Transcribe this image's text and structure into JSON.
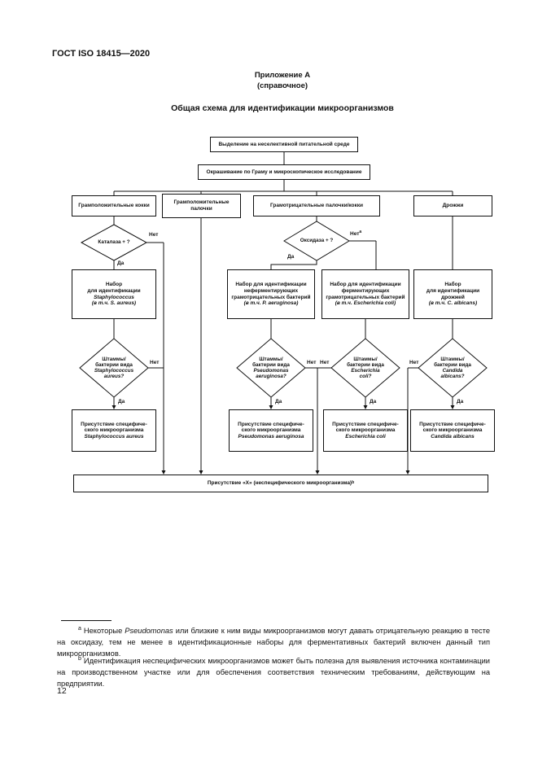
{
  "page": {
    "doc_code": "ГОСТ ISO 18415—2020",
    "appendix_title": "Приложение А",
    "appendix_subtitle": "(справочное)",
    "figure_title": "Общая схема для идентификации микроорганизмов",
    "page_number": "12"
  },
  "flow": {
    "step_isolation": "Выделение на неселективной питательной среде",
    "step_gram_stain": "Окрашивание по Граму и микроскопическое исследование",
    "cat_gram_pos_cocci": "Грамположительные кокки",
    "cat_gram_pos_rods": [
      "Грамположительные",
      "палочки"
    ],
    "cat_gram_neg": "Грамотрицательные палочки/кокки",
    "cat_yeast": "Дрожжи",
    "catalase_q": "Каталаза + ?",
    "oxidase_q": "Оксидаза + ?",
    "kit_staph": [
      "Набор",
      "для идентификации",
      "Staphylococcus",
      "(в т.ч. S. aureus)"
    ],
    "kit_nonferm": [
      "Набор для идентификации",
      "неферментирующих",
      "грамотрицательных бактерий",
      "(в т.ч. P. aeruginosa)"
    ],
    "kit_ferm": [
      "Набор для идентификации",
      "ферментирующих",
      "грамотрицательных бактерий",
      "(в т.ч. Escherichia coli)"
    ],
    "kit_yeast": [
      "Набор",
      "для идентификации",
      "дрожжей",
      "(в т.ч. C. albicans)"
    ],
    "q_staph": [
      "Штаммы/",
      "бактерии вида",
      "Staphylococcus",
      "aureus?"
    ],
    "q_pseud": [
      "Штаммы/",
      "бактерии вида",
      "Pseudomonas",
      "aeruginosa?"
    ],
    "q_ecoli": [
      "Штаммы/",
      "бактерии вида",
      "Escherichia",
      "coli?"
    ],
    "q_candida": [
      "Штаммы/",
      "бактерии вида",
      "Candida",
      "albicans?"
    ],
    "res_staph": [
      "Присутствие специфиче-",
      "ского микроорганизма",
      "Staphylococcus aureus"
    ],
    "res_pseud": [
      "Присутствие специфиче-",
      "ского микроорганизма",
      "Pseudomonas aeruginosa"
    ],
    "res_ecoli": [
      "Присутствие специфиче-",
      "ского микроорганизма",
      "Escherichia coli"
    ],
    "res_candida": [
      "Присутствие специфиче-",
      "ского микроорганизма",
      "Candida albicans"
    ],
    "final": "Присутствие «X» (неспецифического микроорганизма)"
  },
  "labels": {
    "yes": "Да",
    "no": "Нет",
    "sup_a": "a",
    "sup_b": "b"
  },
  "footnotes": {
    "a_marker": "a",
    "a_pre": "Некоторые ",
    "a_italic": "Pseudomonas",
    "a_rest": " или близкие к ним виды микроорганизмов могут давать отрицательную реакцию в тесте на оксидазу, тем не менее в идентификационные наборы для ферментативных бактерий включен данный тип микроорганизмов.",
    "b_marker": "b",
    "b_text": "Идентификация неспецифических микроорганизмов может быть полезна для выявления источника контаминации на производственном участке или для обеспечения соответствия техническим требованиям, действующим на предприятии."
  }
}
